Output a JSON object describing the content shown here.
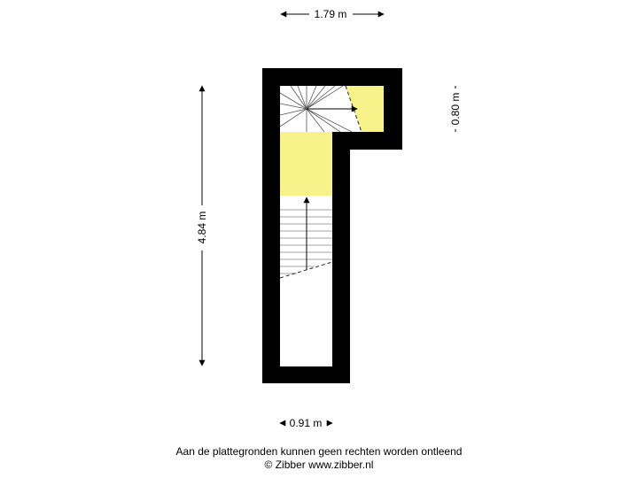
{
  "dimensions": {
    "top_width": "1.79 m",
    "height": "4.84 m",
    "right_depth": "0.80 m",
    "bottom_width": "0.91 m"
  },
  "colors": {
    "wall": "#000000",
    "landing": "#f8f28a",
    "line": "#444444"
  },
  "footer": {
    "disclaimer": "Aan de plattegronden kunnen geen rechten worden ontleend",
    "copyright": "© Zibber www.zibber.nl"
  }
}
